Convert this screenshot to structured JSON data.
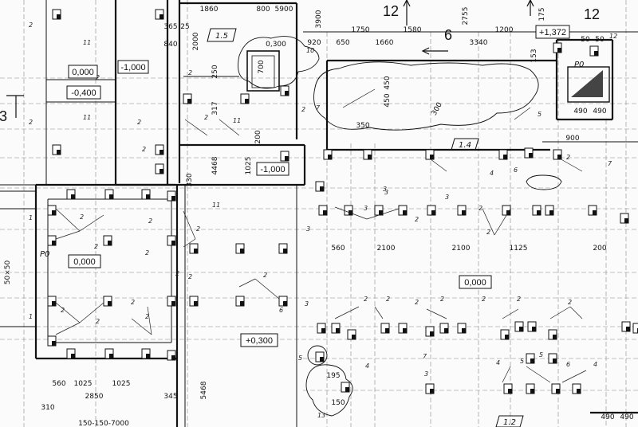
{
  "levels": {
    "l1": "0,000",
    "l2": "-1,000",
    "l3": "-0,400",
    "l4": "0,000",
    "l5": "-1,000",
    "l6": "+0,300",
    "l7": "0,000",
    "l8": "+1,372"
  },
  "dims": {
    "d1860": "1860",
    "d800": "800",
    "d5900": "5900",
    "d3900": "3900",
    "d1750": "1750",
    "d1580": "1580",
    "d920": "920",
    "d650": "650",
    "d1660": "1660",
    "d3340": "3340",
    "d1200": "1200",
    "d365": "365",
    "d25": "25",
    "d840": "840",
    "d2000": "2000",
    "d700": "700",
    "d250": "250",
    "d317": "317",
    "d200": "200",
    "d4468": "4468",
    "d1025": "1025",
    "d330": "330",
    "d560a": "560",
    "d2100": "2100",
    "d2100b": "2100",
    "d1125": "1125",
    "d200b": "200",
    "d350": "350",
    "d450a": "450",
    "d450b": "450",
    "d300": "300",
    "d0300": "0,300",
    "d900": "900",
    "d50a": "50",
    "d50b": "50",
    "d490a": "490",
    "d490b": "490",
    "d153": "153",
    "d2755": "2755",
    "d175": "175",
    "d560b": "560",
    "d1025b": "1025",
    "d1025c": "1025",
    "d310": "310",
    "d2850": "2850",
    "d345": "345",
    "d5468": "5468",
    "d195": "195",
    "d150": "150",
    "d490c": "490",
    "d490d": "490",
    "d50x50": "50×50"
  },
  "tags": {
    "t15": "1.5",
    "t14": "1.4",
    "t12": "1.2",
    "p0a": "P0",
    "p0b": "P0"
  },
  "axes": {
    "a12a": "12",
    "a12b": "12",
    "a6": "6",
    "a3": "3"
  },
  "marks": {
    "m1": "2",
    "m2": "11",
    "m3": "2",
    "m4": "11",
    "m5": "2",
    "m6": "2",
    "m7": "11",
    "m8": "2",
    "m9": "2",
    "m10": "10",
    "m11": "7",
    "m12": "12",
    "m13": "2",
    "m14": "2",
    "m15": "11",
    "m16": "2",
    "m17": "7",
    "m18": "5",
    "m19": "3",
    "m20": "4",
    "m21": "6",
    "m22": "2",
    "m23": "3",
    "m24": "3",
    "m25": "2",
    "m26": "2",
    "m27": "3",
    "m28": "2",
    "m29": "2",
    "m30": "2",
    "m31": "2",
    "m32": "2",
    "m33": "6",
    "m34": "3",
    "m35": "2",
    "m36": "3",
    "m37": "2",
    "m38": "2",
    "m39": "2",
    "m40": "2",
    "m41": "2",
    "m42": "2",
    "m43": "5",
    "m44": "4",
    "m45": "5",
    "m46": "4",
    "m47": "6",
    "m48": "4",
    "m49": "13",
    "m50": "1",
    "m51": "1",
    "m52": "2",
    "m53": "2",
    "m54": "2",
    "m55": "3",
    "m56": "7",
    "m57": "2",
    "m58": "2",
    "m59": "2",
    "m60": "5",
    "m61": "2"
  },
  "footer": {
    "title_strip": "150-150-7000"
  }
}
